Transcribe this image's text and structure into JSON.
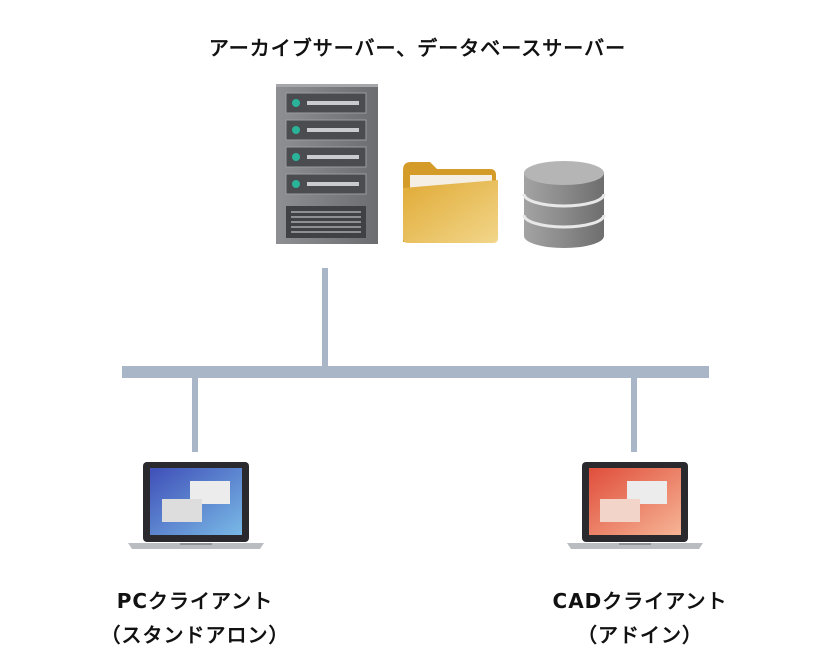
{
  "diagram": {
    "server_title": "アーカイブサーバー、データベースサーバー",
    "pc_client": {
      "line1": "PCクライアント",
      "line2": "（スタンドアロン）",
      "screen_color": "#4f6fcf"
    },
    "cad_client": {
      "line1": "CADクライアント",
      "line2": "（アドイン）",
      "screen_color": "#e8694a"
    },
    "icons": [
      "server-rack-icon",
      "folder-icon",
      "database-icon",
      "laptop-icon",
      "laptop-icon"
    ],
    "colors": {
      "network_line": "#a9b6c8",
      "server_body": "#7d7f82",
      "server_led": "#2bb39a",
      "folder": "#e3b23c",
      "database": "#8c8c8c"
    }
  }
}
